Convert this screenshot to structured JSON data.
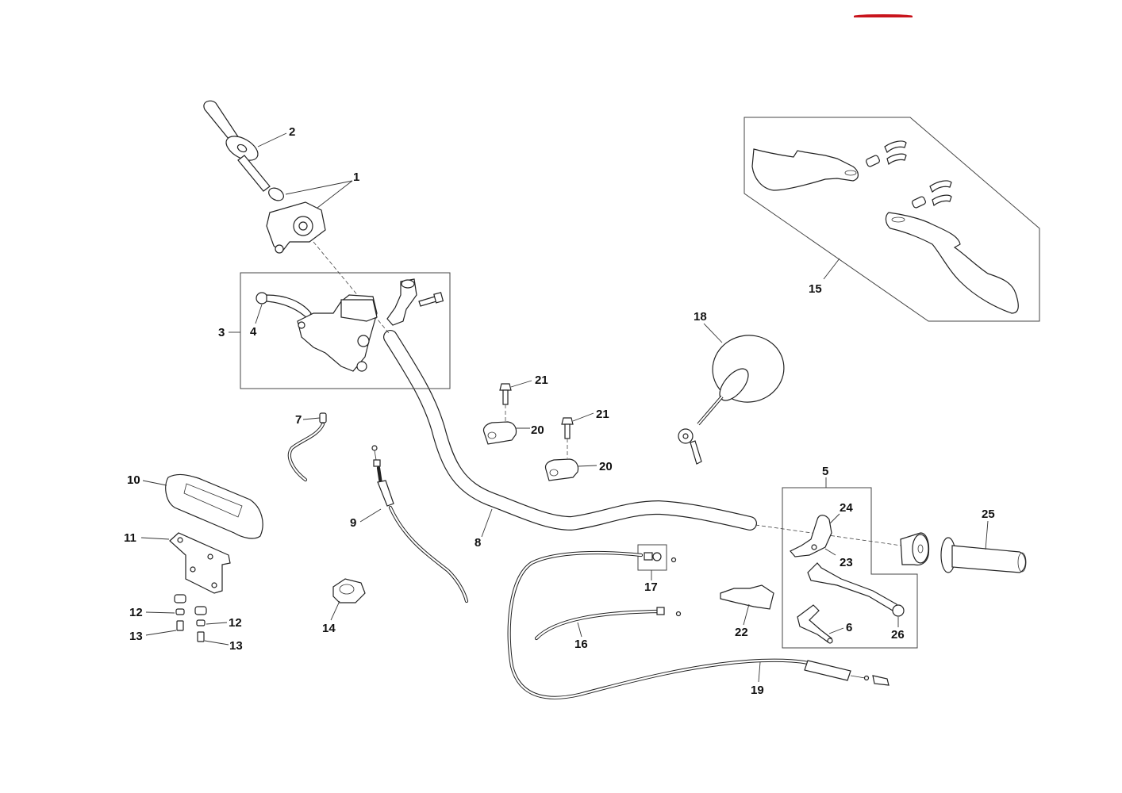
{
  "diagram": {
    "title_marker_color": "#c8141c",
    "callouts": [
      {
        "id": "c1",
        "text": "1"
      },
      {
        "id": "c2",
        "text": "2"
      },
      {
        "id": "c3",
        "text": "3"
      },
      {
        "id": "c4",
        "text": "4"
      },
      {
        "id": "c5",
        "text": "5"
      },
      {
        "id": "c6",
        "text": "6"
      },
      {
        "id": "c7",
        "text": "7"
      },
      {
        "id": "c8",
        "text": "8"
      },
      {
        "id": "c9",
        "text": "9"
      },
      {
        "id": "c10",
        "text": "10"
      },
      {
        "id": "c11",
        "text": "11"
      },
      {
        "id": "c12a",
        "text": "12"
      },
      {
        "id": "c12b",
        "text": "12"
      },
      {
        "id": "c13a",
        "text": "13"
      },
      {
        "id": "c13b",
        "text": "13"
      },
      {
        "id": "c14",
        "text": "14"
      },
      {
        "id": "c15",
        "text": "15"
      },
      {
        "id": "c16",
        "text": "16"
      },
      {
        "id": "c17",
        "text": "17"
      },
      {
        "id": "c18",
        "text": "18"
      },
      {
        "id": "c19",
        "text": "19"
      },
      {
        "id": "c20a",
        "text": "20"
      },
      {
        "id": "c20b",
        "text": "20"
      },
      {
        "id": "c21a",
        "text": "21"
      },
      {
        "id": "c21b",
        "text": "21"
      },
      {
        "id": "c22",
        "text": "22"
      },
      {
        "id": "c23",
        "text": "23"
      },
      {
        "id": "c24",
        "text": "24"
      },
      {
        "id": "c25",
        "text": "25"
      },
      {
        "id": "c26",
        "text": "26"
      }
    ],
    "parts": {
      "throttle_assembly": "1",
      "left_grip": "2",
      "brake_master_cylinder_kit": "3",
      "brake_lever": "4",
      "clutch_lever_kit": "5",
      "lever_small": "6",
      "brake_switch": "7",
      "handlebar": "8",
      "throttle_cable": "9",
      "instrument_cluster": "10",
      "cluster_bracket": "11",
      "rubber_mount": "12",
      "screw": "13",
      "throttle_housing": "14",
      "hand_guards": "15",
      "cable_16": "16",
      "cable_adjuster": "17",
      "mirror": "18",
      "clutch_cable": "19",
      "handlebar_clamp": "20",
      "clamp_bolt": "21",
      "switch_22": "22",
      "lever_bracket": "23",
      "pivot_24": "24",
      "right_grip": "25",
      "lever_ball_end": "26"
    }
  }
}
